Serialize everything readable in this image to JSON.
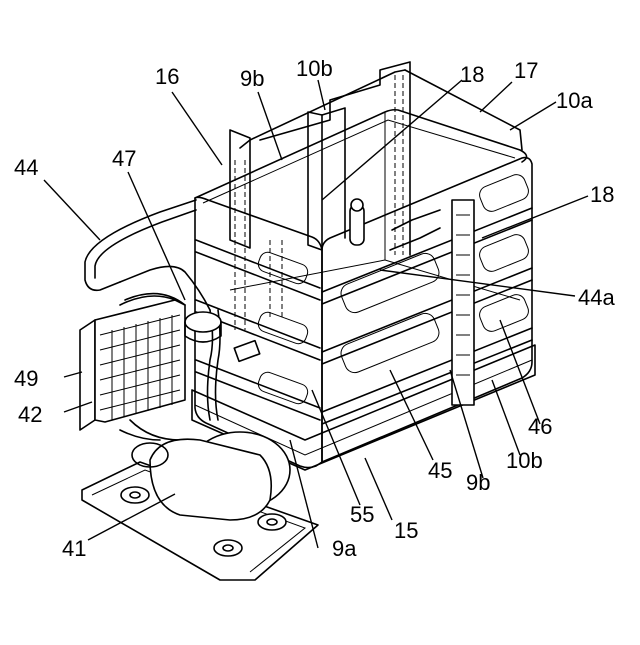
{
  "figure": {
    "labels": {
      "l16": "16",
      "l9b_top": "9b",
      "l10b_top": "10b",
      "l18_top": "18",
      "l17": "17",
      "l10a": "10a",
      "l44": "44",
      "l47": "47",
      "l18_right": "18",
      "l44a": "44a",
      "l49": "49",
      "l42": "42",
      "l46": "46",
      "l10b_bottom": "10b",
      "l45": "45",
      "l9b_bottom": "9b",
      "l55": "55",
      "l15": "15",
      "l41": "41",
      "l9a": "9a"
    }
  }
}
